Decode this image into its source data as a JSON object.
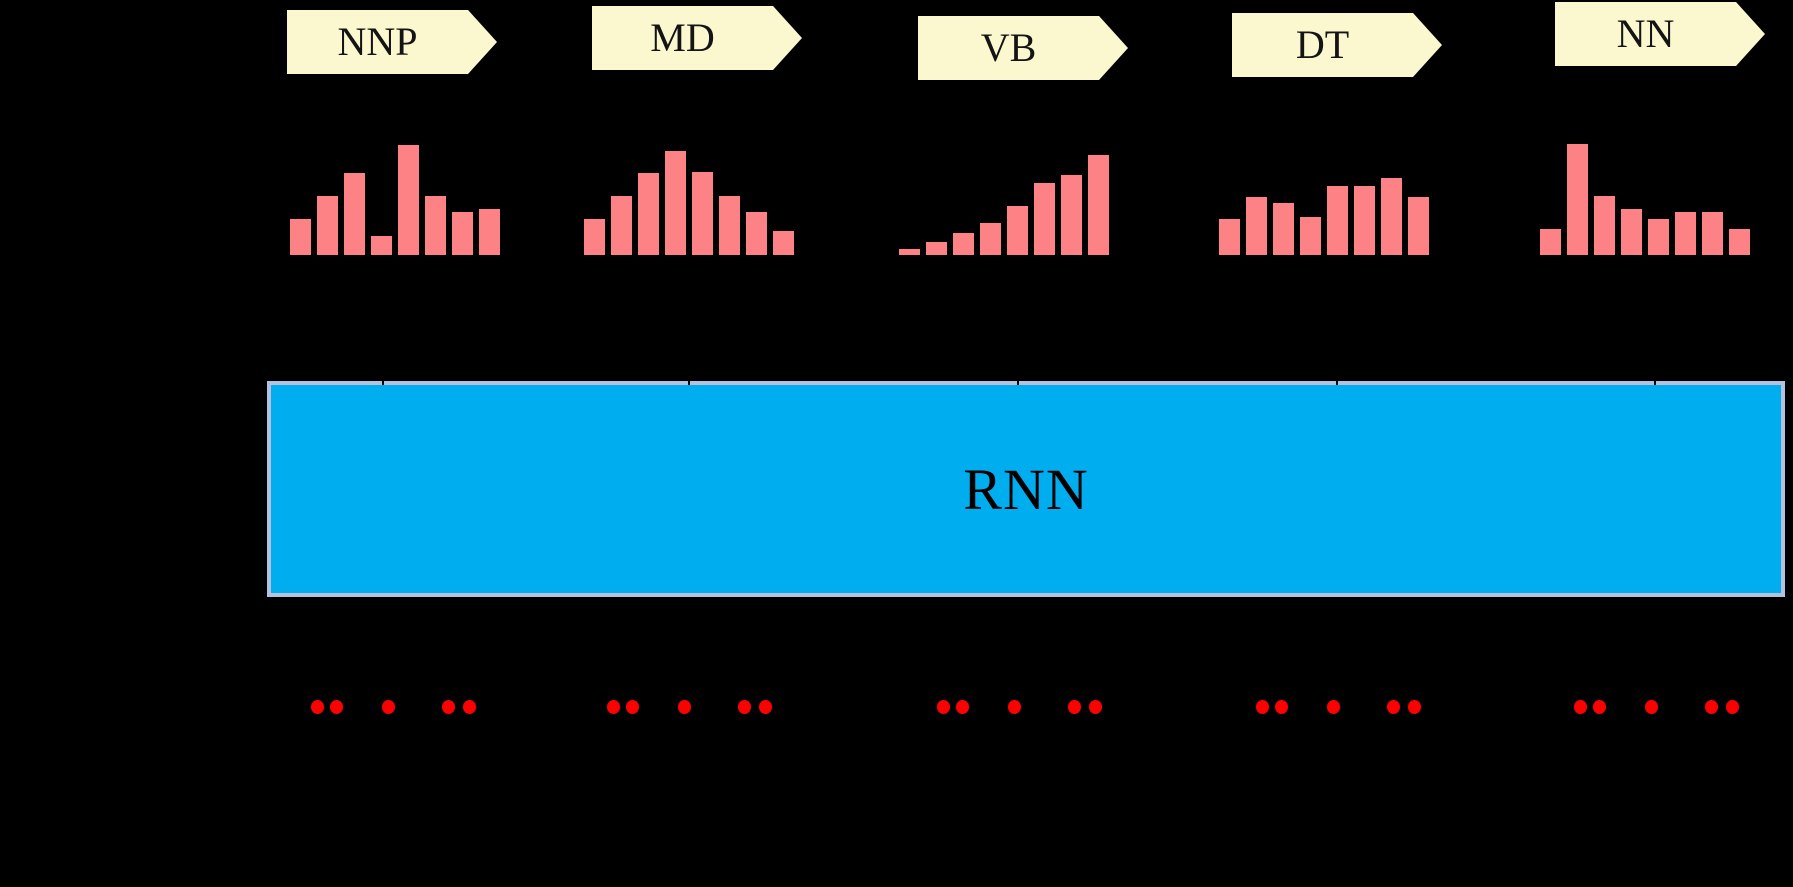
{
  "diagram": {
    "title": "RNN part-of-speech tagging diagram",
    "background": "#000000",
    "tag_arrow_color": "#FBF8D0",
    "tag_text_color": "#141414",
    "bar_color": "#FC8285",
    "dot_color": "#FF0000",
    "connector_color": "#000000",
    "rnn": {
      "label": "RNN",
      "fill": "#00AEEF",
      "border": "#B4C2DF",
      "text_color": "#000000"
    },
    "dot_pattern": "2-1-2",
    "columns": [
      {
        "tag": "NNP",
        "distribution": [
          0.32,
          0.53,
          0.74,
          0.17,
          0.99,
          0.53,
          0.39,
          0.41
        ]
      },
      {
        "tag": "MD",
        "distribution": [
          0.32,
          0.53,
          0.74,
          0.94,
          0.75,
          0.53,
          0.39,
          0.22
        ]
      },
      {
        "tag": "VB",
        "distribution": [
          0.05,
          0.12,
          0.2,
          0.29,
          0.44,
          0.65,
          0.72,
          0.9
        ]
      },
      {
        "tag": "DT",
        "distribution": [
          0.32,
          0.52,
          0.47,
          0.34,
          0.62,
          0.62,
          0.69,
          0.52
        ]
      },
      {
        "tag": "NN",
        "distribution": [
          0.23,
          1.0,
          0.53,
          0.41,
          0.32,
          0.39,
          0.39,
          0.23
        ]
      }
    ]
  },
  "chart_data": [
    {
      "type": "bar",
      "title": "NNP",
      "values": [
        0.32,
        0.53,
        0.74,
        0.17,
        0.99,
        0.53,
        0.39,
        0.41
      ],
      "ylim": [
        0,
        1
      ],
      "xlabel": "",
      "ylabel": ""
    },
    {
      "type": "bar",
      "title": "MD",
      "values": [
        0.32,
        0.53,
        0.74,
        0.94,
        0.75,
        0.53,
        0.39,
        0.22
      ],
      "ylim": [
        0,
        1
      ],
      "xlabel": "",
      "ylabel": ""
    },
    {
      "type": "bar",
      "title": "VB",
      "values": [
        0.05,
        0.12,
        0.2,
        0.29,
        0.44,
        0.65,
        0.72,
        0.9
      ],
      "ylim": [
        0,
        1
      ],
      "xlabel": "",
      "ylabel": ""
    },
    {
      "type": "bar",
      "title": "DT",
      "values": [
        0.32,
        0.52,
        0.47,
        0.34,
        0.62,
        0.62,
        0.69,
        0.52
      ],
      "ylim": [
        0,
        1
      ],
      "xlabel": "",
      "ylabel": ""
    },
    {
      "type": "bar",
      "title": "NN",
      "values": [
        0.23,
        1.0,
        0.53,
        0.41,
        0.32,
        0.39,
        0.39,
        0.23
      ],
      "ylim": [
        0,
        1
      ],
      "xlabel": "",
      "ylabel": ""
    }
  ]
}
